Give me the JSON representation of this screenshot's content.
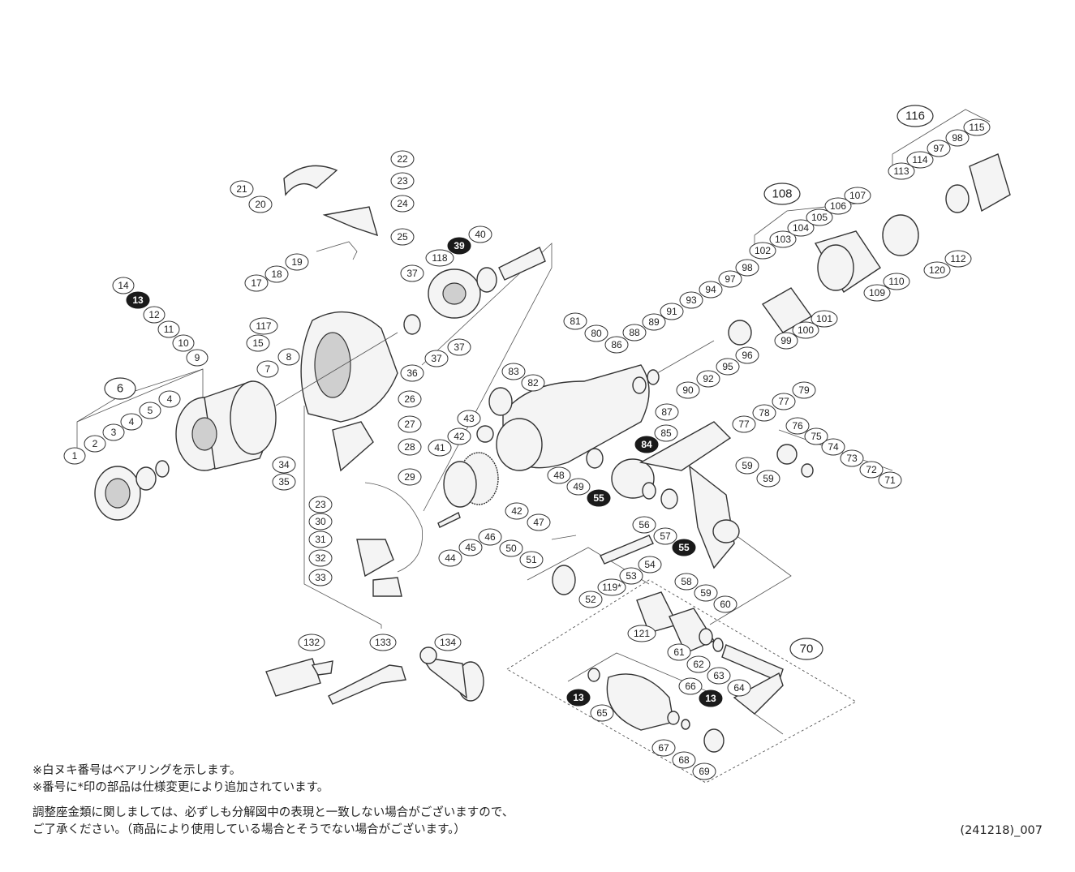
{
  "labels": {
    "l1": "1",
    "l2": "2",
    "l3": "3",
    "l4a": "4",
    "l4b": "4",
    "l5": "5",
    "l6": "6",
    "l7": "7",
    "l8": "8",
    "l9": "9",
    "l10": "10",
    "l11": "11",
    "l12": "12",
    "l13a": "13",
    "l13b": "13",
    "l13c": "13",
    "l14": "14",
    "l15": "15",
    "l17": "17",
    "l18": "18",
    "l19": "19",
    "l20": "20",
    "l21": "21",
    "l22": "22",
    "l23a": "23",
    "l23b": "23",
    "l24": "24",
    "l25": "25",
    "l26": "26",
    "l27": "27",
    "l28": "28",
    "l29": "29",
    "l30": "30",
    "l31": "31",
    "l32": "32",
    "l33": "33",
    "l34": "34",
    "l35": "35",
    "l36": "36",
    "l37a": "37",
    "l37b": "37",
    "l37c": "37",
    "l39": "39",
    "l40": "40",
    "l41": "41",
    "l42a": "42",
    "l42b": "42",
    "l43": "43",
    "l44": "44",
    "l45": "45",
    "l46": "46",
    "l47": "47",
    "l48": "48",
    "l49": "49",
    "l50": "50",
    "l51": "51",
    "l52": "52",
    "l53": "53",
    "l54": "54",
    "l55a": "55",
    "l55b": "55",
    "l56": "56",
    "l57": "57",
    "l58": "58",
    "l59a": "59",
    "l59b": "59",
    "l59c": "59",
    "l60": "60",
    "l61": "61",
    "l62": "62",
    "l63": "63",
    "l64": "64",
    "l65": "65",
    "l66": "66",
    "l67": "67",
    "l68": "68",
    "l69": "69",
    "l70": "70",
    "l71": "71",
    "l72": "72",
    "l73": "73",
    "l74": "74",
    "l75": "75",
    "l76": "76",
    "l77a": "77",
    "l77b": "77",
    "l78": "78",
    "l79": "79",
    "l80": "80",
    "l81": "81",
    "l82": "82",
    "l83": "83",
    "l84": "84",
    "l85": "85",
    "l86": "86",
    "l87": "87",
    "l88": "88",
    "l89": "89",
    "l90": "90",
    "l91": "91",
    "l92": "92",
    "l93": "93",
    "l94": "94",
    "l95": "95",
    "l96": "96",
    "l97a": "97",
    "l97b": "97",
    "l98a": "98",
    "l98b": "98",
    "l99": "99",
    "l100": "100",
    "l101": "101",
    "l102": "102",
    "l103": "103",
    "l104": "104",
    "l105": "105",
    "l106": "106",
    "l107": "107",
    "l108": "108",
    "l109": "109",
    "l110": "110",
    "l112": "112",
    "l113": "113",
    "l114": "114",
    "l115": "115",
    "l116": "116",
    "l117": "117",
    "l118": "118",
    "l119": "119*",
    "l120": "120",
    "l121": "121",
    "l132": "132",
    "l133": "133",
    "l134": "134"
  },
  "notes": {
    "line1": "※白ヌキ番号はベアリングを示します。",
    "line2": "※番号に*印の部品は仕様変更により追加されています。",
    "line3": "調整座金類に関しましては、必ずしも分解図中の表現と一致しない場合がございますので、",
    "line4": "ご了承ください。（商品により使用している場合とそうでない場合がございます。）"
  },
  "doc_code": "(241218)_007"
}
